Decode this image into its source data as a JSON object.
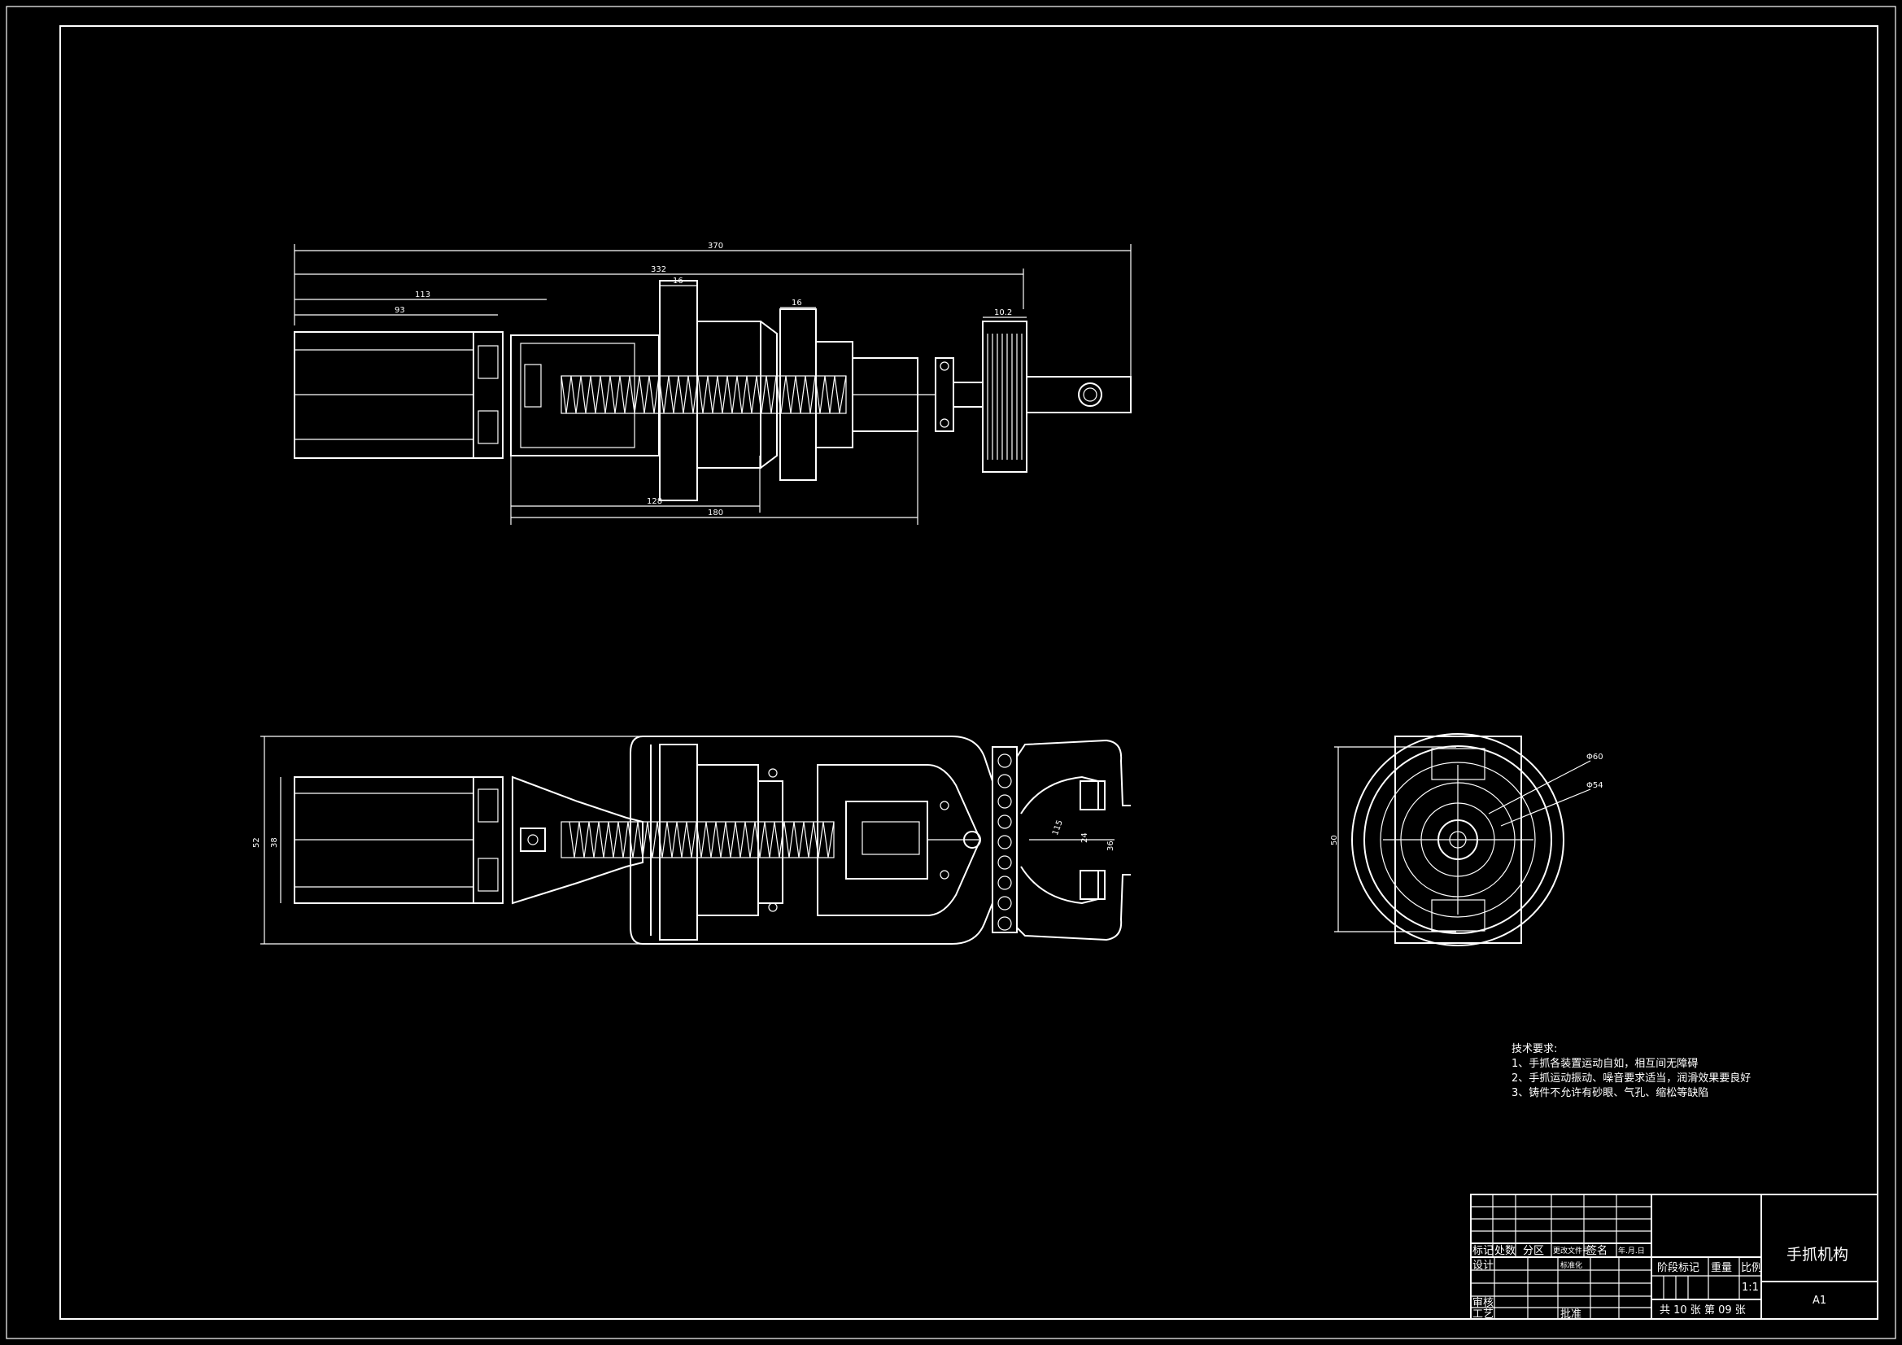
{
  "top_view": {
    "dims": {
      "d370": "370",
      "d332": "332",
      "d113": "113",
      "d93": "93",
      "d16a": "16",
      "d16b": "16",
      "d10": "10.2",
      "d128": "128",
      "d180": "180"
    }
  },
  "front_view": {
    "dims": {
      "d52": "52",
      "d38": "38",
      "d24": "24",
      "d36": "36",
      "d115": "115"
    }
  },
  "side_view": {
    "dims": {
      "d50": "50",
      "phi60": "Φ60",
      "phi54": "Φ54"
    }
  },
  "requirements": {
    "heading": "技术要求:",
    "items": [
      "1、手抓各装置运动自如，相互间无障碍",
      "2、手抓运动振动、噪音要求适当，润滑效果要良好",
      "3、铸件不允许有砂眼、气孔、缩松等缺陷"
    ]
  },
  "title_block": {
    "mark": "标记",
    "count": "处数",
    "zone": "分区",
    "change_doc": "更改文件号",
    "sign": "签名",
    "date": "年.月.日",
    "design": "设计",
    "standard": "标准化",
    "review": "审核",
    "process": "工艺",
    "approve": "批准",
    "stage_mark": "阶段标记",
    "weight": "重量",
    "scale_label": "比例",
    "scale": "1:1",
    "sheets": "共 10 张 第 09 张",
    "drawing_title": "手抓机构",
    "sheet_size": "A1"
  }
}
